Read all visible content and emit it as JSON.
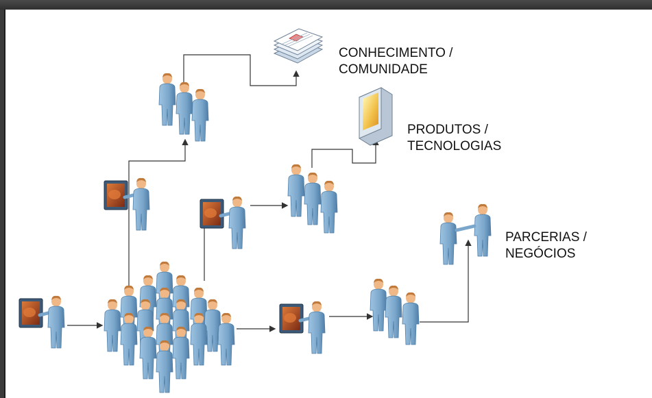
{
  "labels": {
    "knowledge": "CONHECIMENTO /\nCOMUNIDADE",
    "products": "PRODUTOS /\nTECNOLOGIAS",
    "partners": "PARCERIAS /\nNEGÓCIOS"
  },
  "colors": {
    "person_body": "#7ba9cf",
    "person_shade": "#4f7ea6",
    "person_head": "#f0b886",
    "hair": "#c07a3c",
    "screen_frame": "#3c5a78",
    "screen": "#c65a2a",
    "connector": "#333333"
  }
}
